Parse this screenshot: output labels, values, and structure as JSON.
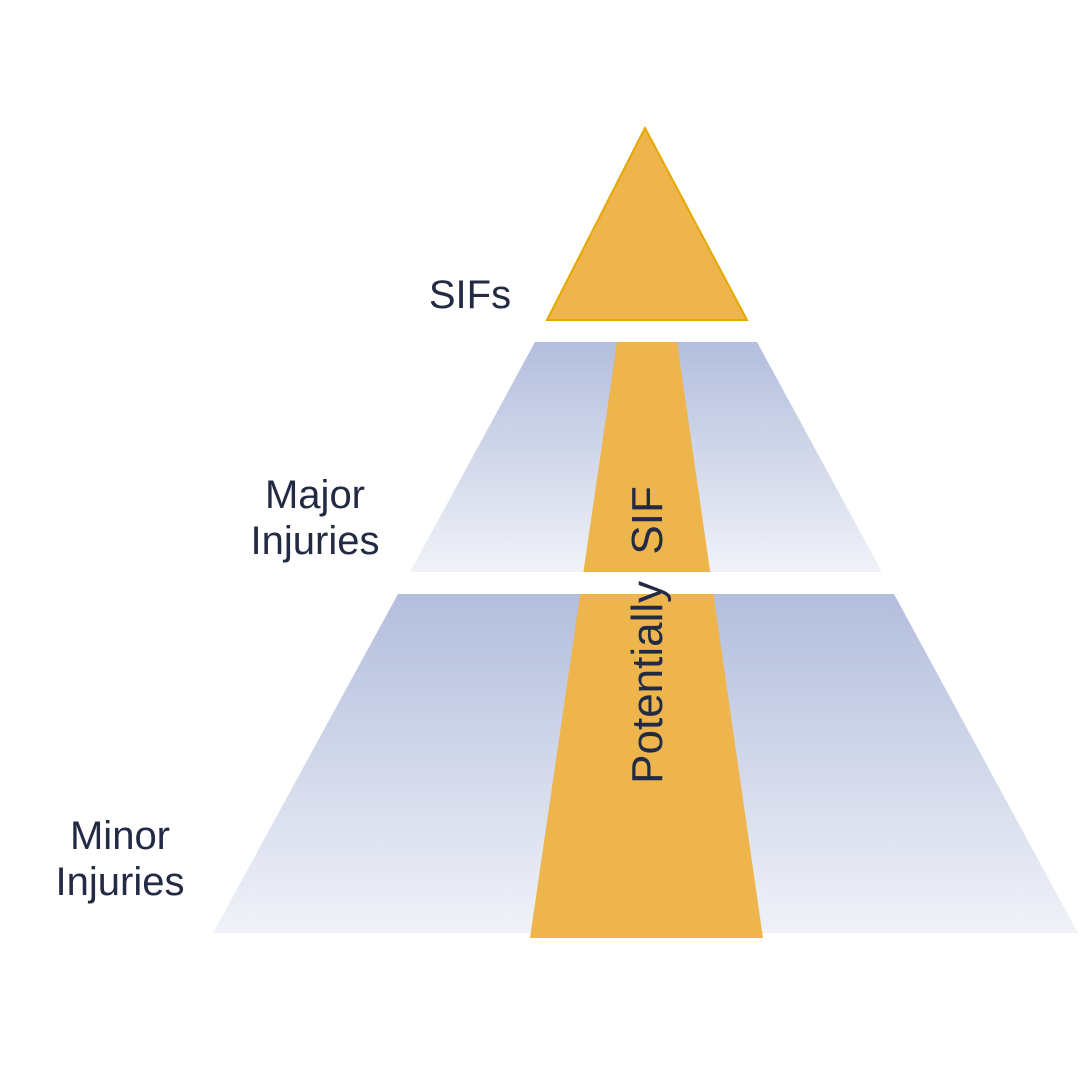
{
  "labels": {
    "top": "SIFs",
    "middle": "Major Injuries",
    "bottom": "Minor Injuries",
    "center": "Potentially SIF"
  },
  "colors": {
    "gold": "#edb54b",
    "band_top": "#b3bedd",
    "band_bottom": "#f0f2f8",
    "text": "#222a44"
  }
}
